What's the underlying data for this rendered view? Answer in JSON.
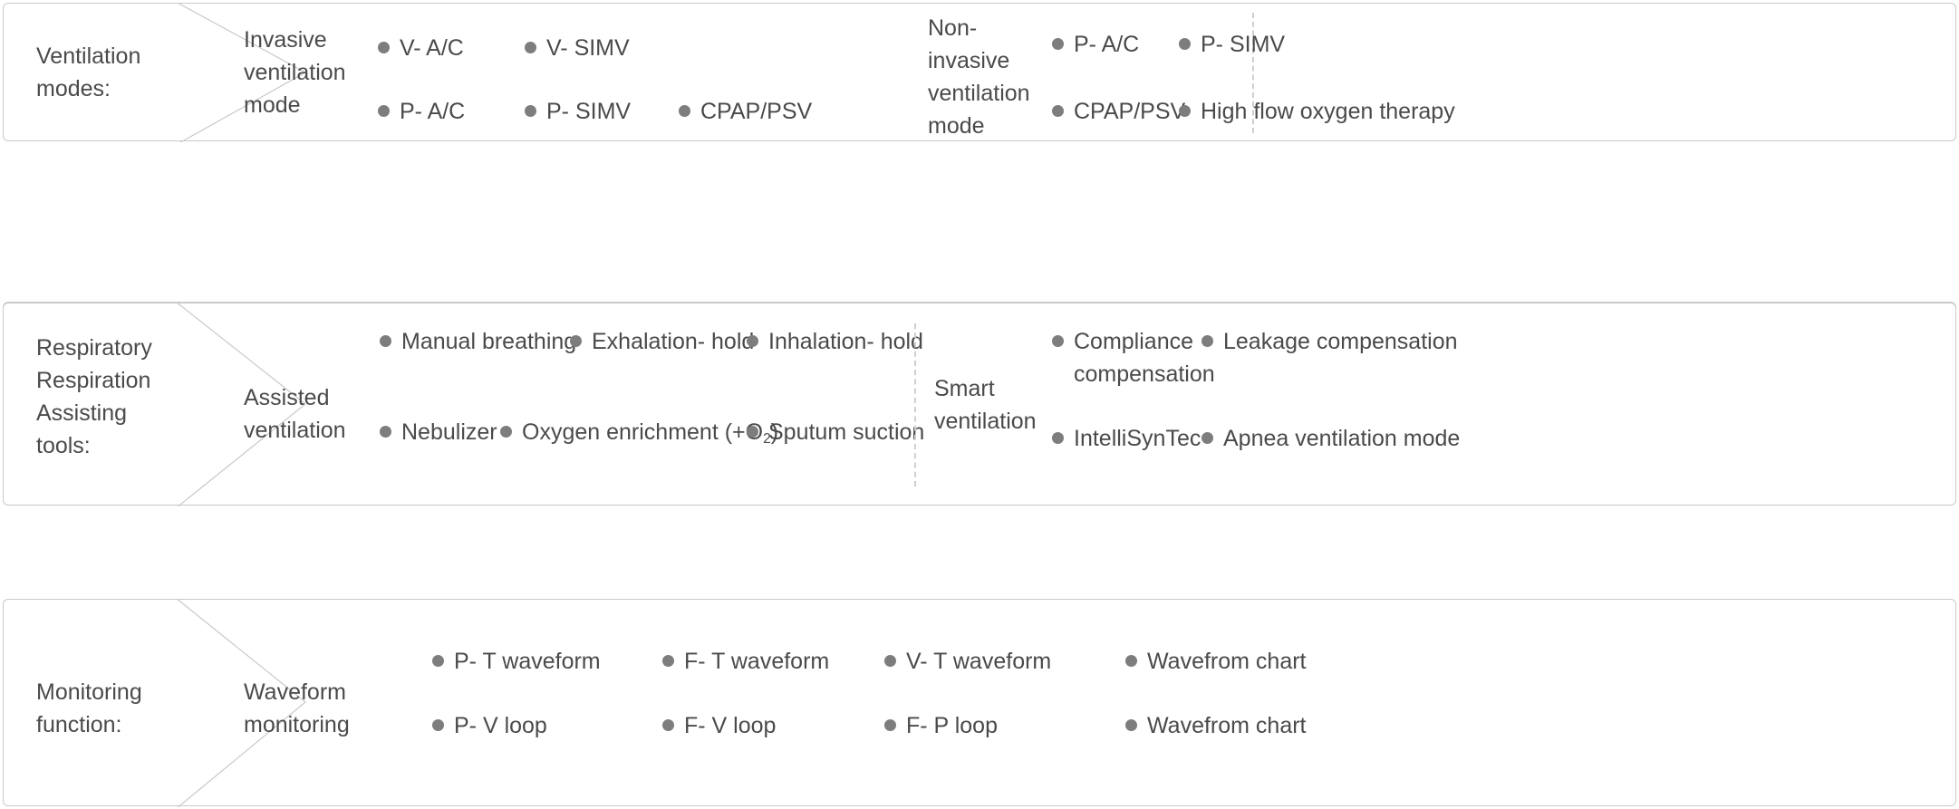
{
  "theme": {
    "card_border": "#c9c9c9",
    "text": "#4a4a4a",
    "bullet": "#7d7d7d",
    "divider": "#cfcfcf",
    "background": "#ffffff"
  },
  "sections": [
    {
      "id": "ventilation-modes",
      "title": "Ventilation\nmodes:",
      "groups": [
        {
          "id": "invasive",
          "label": "Invasive\nventilation\nmode",
          "items": [
            "V- A/C",
            "V- SIMV",
            "P- A/C",
            "P- SIMV",
            "CPAP/PSV"
          ]
        },
        {
          "id": "non-invasive",
          "label": "Non-\ninvasive\nventilation\nmode",
          "items": [
            "P- A/C",
            "P- SIMV",
            "CPAP/PSV",
            "High flow oxygen therapy"
          ]
        }
      ]
    },
    {
      "id": "respiratory-assisting-tools",
      "title": "Respiratory\nRespiration\nAssisting\ntools:",
      "groups": [
        {
          "id": "assisted-ventilation",
          "label": "Assisted\nventilation",
          "items": [
            "Manual breathing",
            "Exhalation- hold",
            "Inhalation- hold",
            "Nebulizer",
            "Oxygen enrichment (+O2)",
            "Sputum suction"
          ]
        },
        {
          "id": "smart-ventilation",
          "label": "Smart\nventilation",
          "items": [
            "Compliance\ncompensation",
            "Leakage compensation",
            "IntelliSynTec",
            "Apnea ventilation mode"
          ]
        }
      ]
    },
    {
      "id": "monitoring-function",
      "title": "Monitoring\nfunction:",
      "groups": [
        {
          "id": "waveform-monitoring",
          "label": "Waveform\nmonitoring",
          "items": [
            "P- T waveform",
            "F- T waveform",
            "V- T waveform",
            "Wavefrom chart",
            "P- V loop",
            "F- V loop",
            "F- P loop",
            "Wavefrom chart"
          ]
        }
      ]
    }
  ]
}
